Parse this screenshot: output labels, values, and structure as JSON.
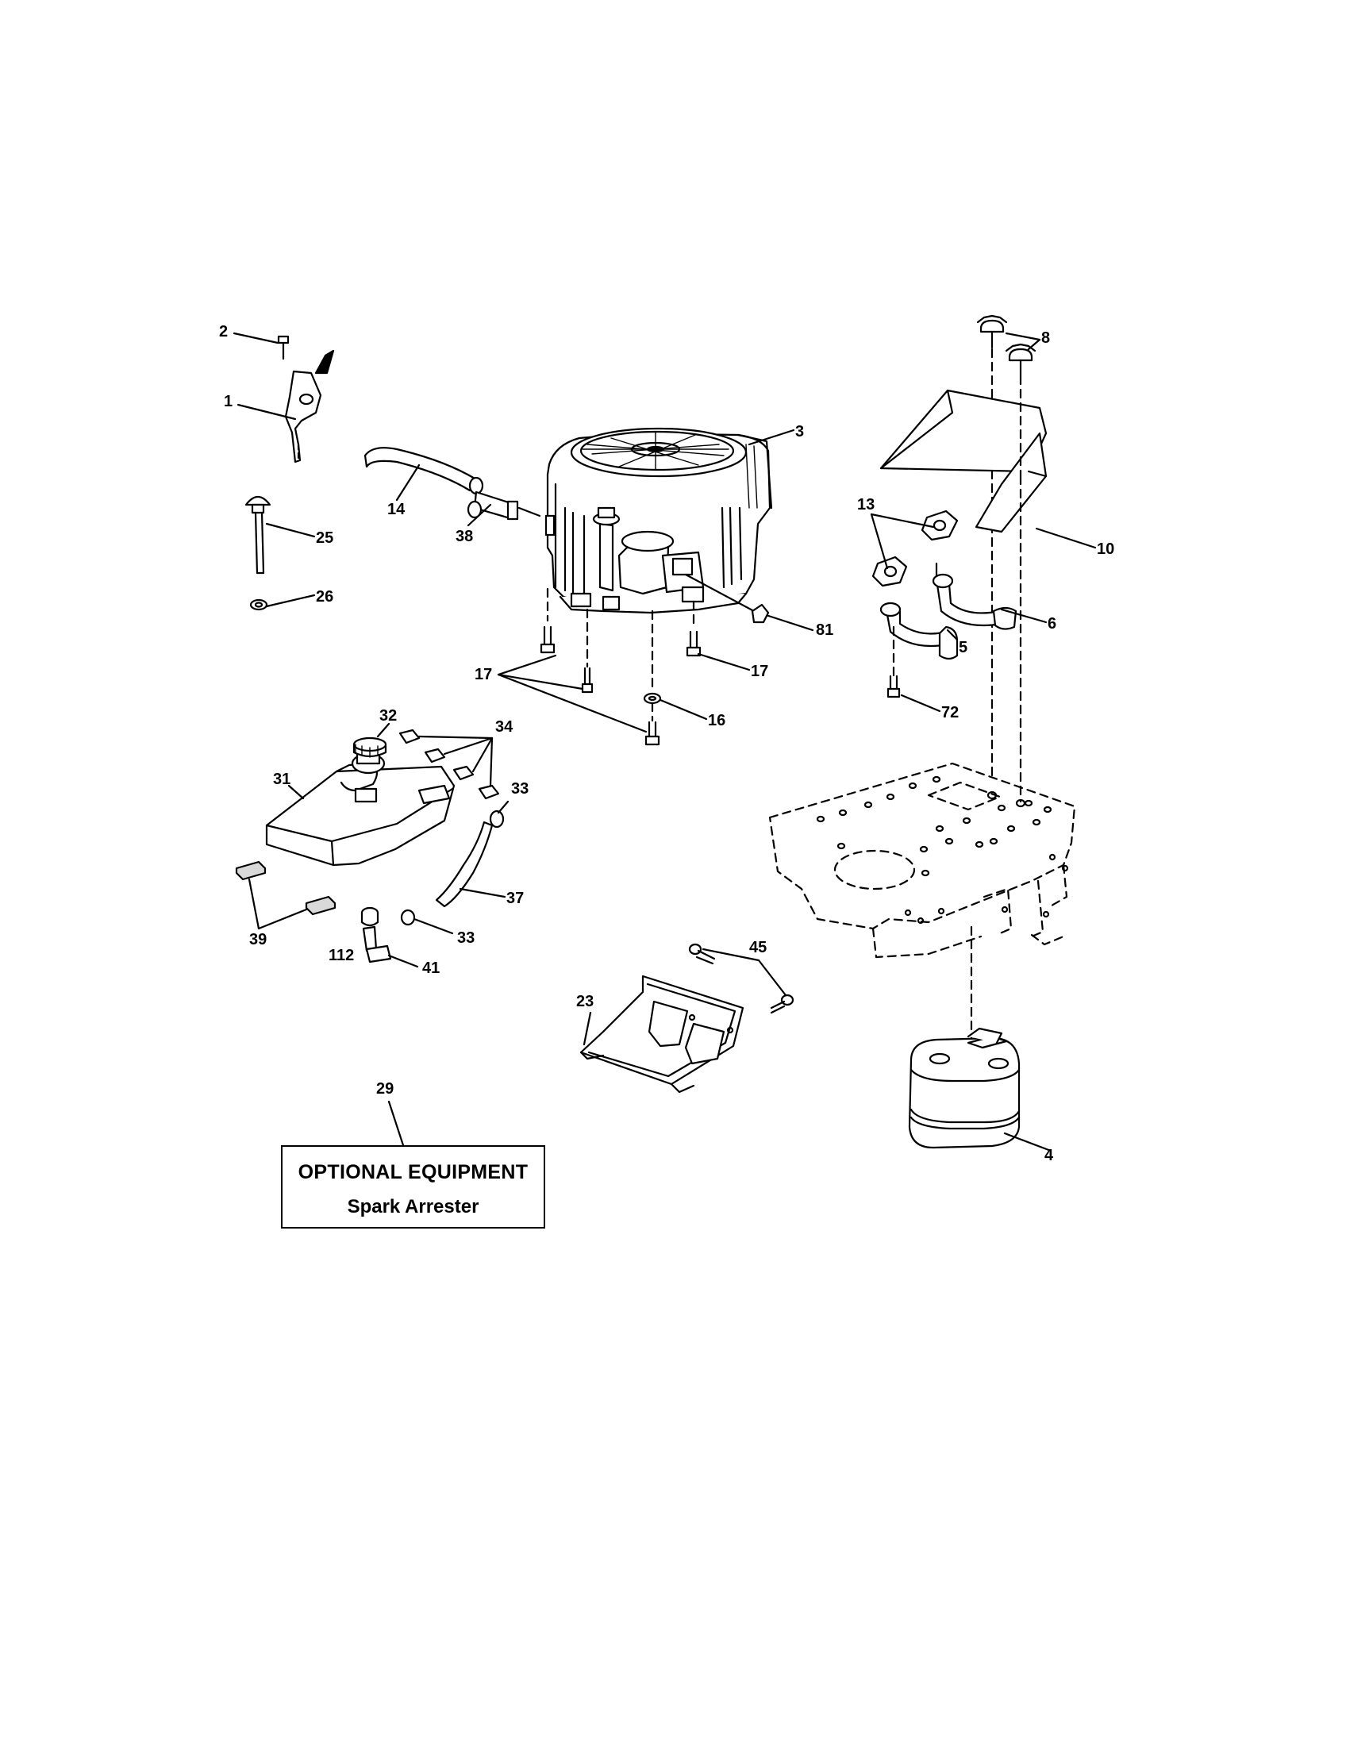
{
  "callouts": {
    "c1": "1",
    "c2": "2",
    "c3": "3",
    "c4": "4",
    "c5": "5",
    "c6": "6",
    "c8": "8",
    "c10": "10",
    "c13": "13",
    "c14": "14",
    "c16": "16",
    "c17a": "17",
    "c17b": "17",
    "c23": "23",
    "c25": "25",
    "c26": "26",
    "c29": "29",
    "c31": "31",
    "c32": "32",
    "c33a": "33",
    "c33b": "33",
    "c34": "34",
    "c37": "37",
    "c38": "38",
    "c39": "39",
    "c41": "41",
    "c45": "45",
    "c72": "72",
    "c81": "81",
    "c112": "112"
  },
  "optional_box": {
    "title": "OPTIONAL EQUIPMENT",
    "subtitle": "Spark Arrester"
  }
}
